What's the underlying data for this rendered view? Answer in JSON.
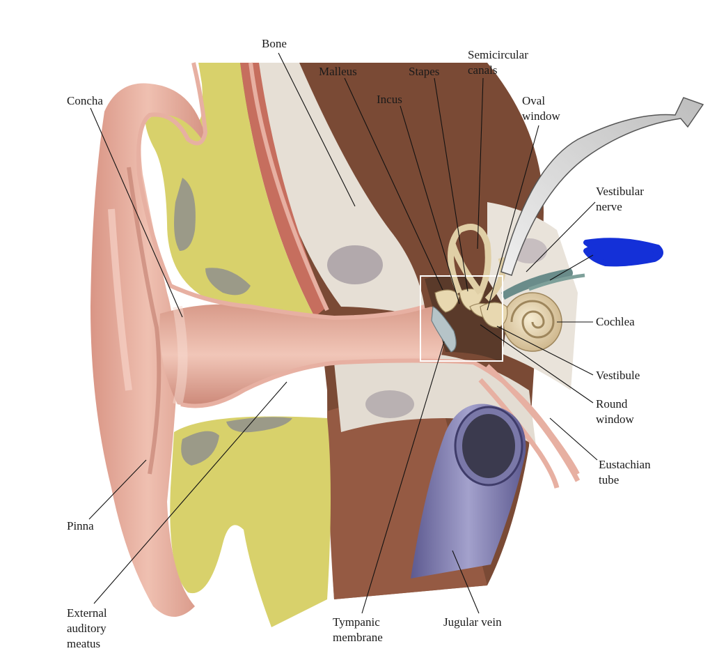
{
  "labels": {
    "bone": "Bone",
    "malleus": "Malleus",
    "stapes": "Stapes",
    "semicircular_1": "Semicircular",
    "semicircular_2": "canals",
    "concha": "Concha",
    "incus": "Incus",
    "oval_1": "Oval",
    "oval_2": "window",
    "vestibular_1": "Vestibular",
    "vestibular_2": "nerve",
    "cochlea": "Cochlea",
    "vestibule": "Vestibule",
    "round_1": "Round",
    "round_2": "window",
    "eustachian_1": "Eustachian",
    "eustachian_2": "tube",
    "pinna": "Pinna",
    "external_1": "External",
    "external_2": "auditory",
    "external_3": "meatus",
    "tympanic_1": "Tympanic",
    "tympanic_2": "membrane",
    "jugular": "Jugular vein"
  },
  "colors": {
    "skin": "#e3aa9a",
    "skin_dark": "#c98272",
    "fat": "#d7d16a",
    "bone": "#e6dfd5",
    "cavity": "#5a3a2a",
    "vein": "#7a78a8",
    "redaction": "#1430d8",
    "arrow": "#d4d4d4"
  }
}
